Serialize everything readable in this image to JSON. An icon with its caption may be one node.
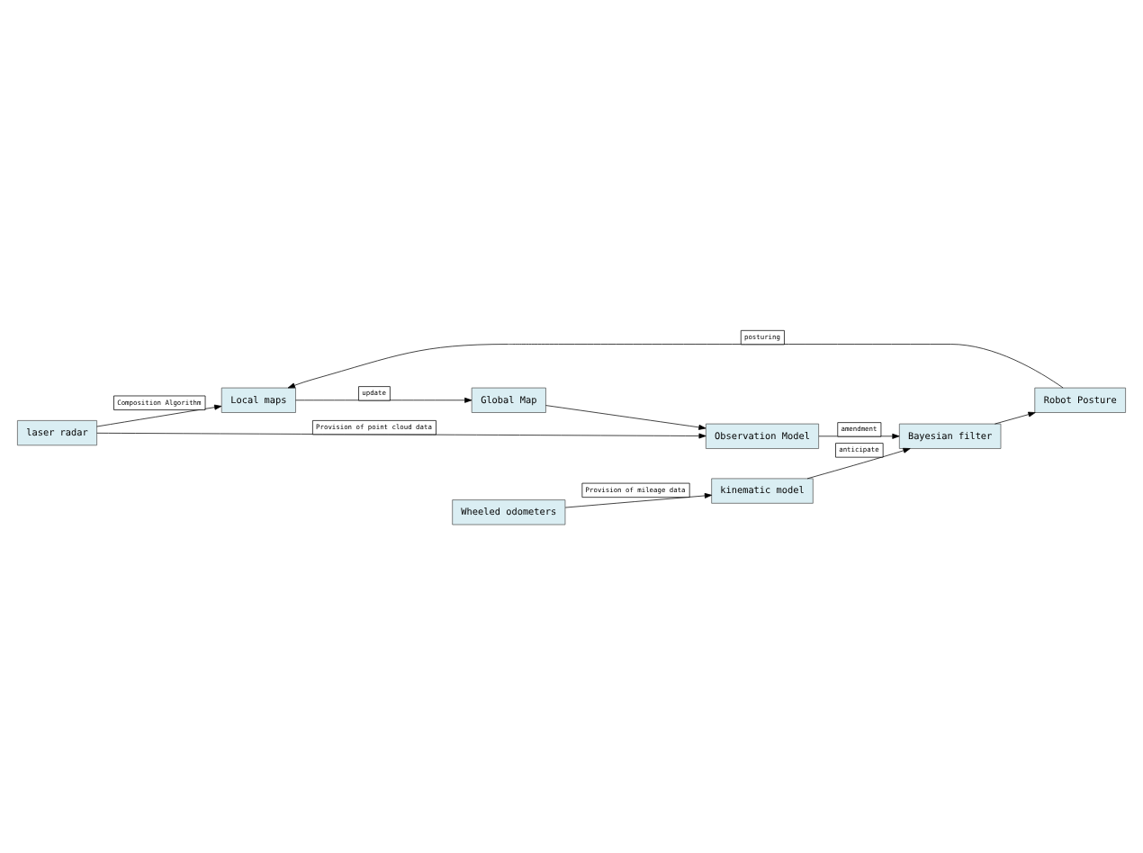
{
  "diagram": {
    "nodes": [
      {
        "text": [
          "Local maps"
        ]
      },
      {
        "text": [
          "Global Map"
        ]
      },
      {
        "text": [
          "Robot Posture"
        ]
      },
      {
        "text": [
          "laser radar"
        ]
      },
      {
        "text": [
          "Observation Model"
        ]
      },
      {
        "text": [
          "Bayesian filter"
        ]
      },
      {
        "text": [
          "Wheeled odometers"
        ]
      },
      {
        "text": [
          "kinematic model"
        ]
      }
    ],
    "edges": [
      {
        "from": 3,
        "to": 0,
        "arrow": "to",
        "label": "Composition Algorithm"
      },
      {
        "from": 0,
        "to": 1,
        "arrow": "to",
        "label": "update"
      },
      {
        "from": 2,
        "to": 0,
        "arrow": "to",
        "label": "posturing"
      },
      {
        "from": 1,
        "to": 4,
        "arrow": "to"
      },
      {
        "from": 3,
        "to": 4,
        "arrow": "to",
        "label": "Provision of point cloud data"
      },
      {
        "from": 4,
        "to": 5,
        "arrow": "to",
        "label": "amendment"
      },
      {
        "from": 5,
        "to": 2,
        "arrow": "to"
      },
      {
        "from": 6,
        "to": 7,
        "arrow": "to",
        "label": "Provision of mileage data"
      },
      {
        "from": 7,
        "to": 5,
        "arrow": "to",
        "label": "anticipate"
      }
    ]
  }
}
